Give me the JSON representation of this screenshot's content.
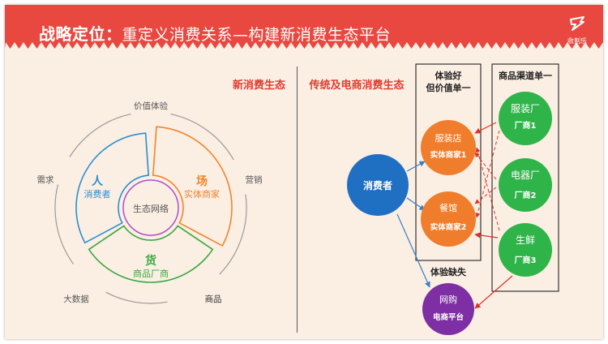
{
  "header": {
    "title_bold": "战略定位：",
    "title_rest": "重定义消费关系—构建新消费生态平台",
    "logo_text": "收割乐"
  },
  "left": {
    "section_title": "新消费生态",
    "center": "生态网络",
    "person": {
      "title": "人",
      "sub": "消费者"
    },
    "place": {
      "title": "场",
      "sub": "实体商家"
    },
    "goods": {
      "title": "货",
      "sub": "商品厂商"
    },
    "outer_labels": [
      "价值体验",
      "营销",
      "商品",
      "大数据",
      "需求"
    ]
  },
  "right": {
    "section_title": "传统及电商消费生态",
    "consumer": "消费者",
    "box_mid_title": [
      "体验好",
      "但价值单一"
    ],
    "box_right_title": "商品渠道单一",
    "merchants": [
      {
        "name": "服装店",
        "sub": "实体商家1"
      },
      {
        "name": "餐馆",
        "sub": "实体商家2"
      }
    ],
    "factories": [
      {
        "name": "服装厂",
        "sub": "厂商1"
      },
      {
        "name": "电器厂",
        "sub": "厂商2"
      },
      {
        "name": "生鲜",
        "sub": "厂商3"
      }
    ],
    "online_gap_label": "体验缺失",
    "online": {
      "name": "网购",
      "sub": "电商平台"
    }
  },
  "colors": {
    "banner": "#e8483f",
    "person": "#2a8fd0",
    "place": "#f0852d",
    "goods": "#3aa83e",
    "center_ring": "#b04fc4",
    "consumer": "#1f6fc2",
    "merchant": "#ef7d2b",
    "factory": "#2fb44a",
    "online": "#7d2fa3",
    "red_title": "#e23a2f",
    "arrow_red": "#d9332b",
    "arrow_blue": "#3a7fc3"
  }
}
